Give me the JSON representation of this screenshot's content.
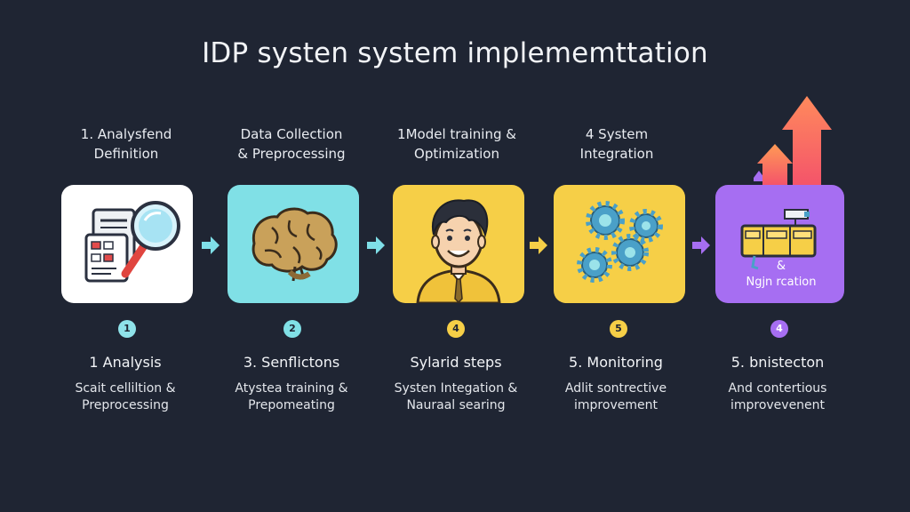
{
  "title": "IDP systen system implememttation",
  "steps": [
    {
      "label_line1": "1. Analysfend",
      "label_line2": "Definition",
      "card_color": "#ffffff",
      "icon": "document-magnifier-icon",
      "badge": "1",
      "badge_color": "#8fe3ea",
      "sub_title": "1 Analysis",
      "sub_desc_line1": "Scait celliltion &",
      "sub_desc_line2": "Preprocessing"
    },
    {
      "label_line1": "Data Collection",
      "label_line2": "& Preprocessing",
      "card_color": "#80e0e6",
      "icon": "brain-icon",
      "badge": "2",
      "badge_color": "#80e0e6",
      "sub_title": "3. Senflictons",
      "sub_desc_line1": "Atystea training &",
      "sub_desc_line2": "Prepomeating"
    },
    {
      "label_line1": "1Model training &",
      "label_line2": "Optimization",
      "card_color": "#f6cf47",
      "icon": "person-icon",
      "badge": "4",
      "badge_color": "#f6cf47",
      "sub_title": "Sylarid steps",
      "sub_desc_line1": "Systen Integation &",
      "sub_desc_line2": "Nauraal searing"
    },
    {
      "label_line1": "4 System",
      "label_line2": "Integration",
      "card_color": "#f6cf47",
      "icon": "gears-icon",
      "badge": "5",
      "badge_color": "#f6cf47",
      "sub_title": "5. Monitoring",
      "sub_desc_line1": "Adlit sontrective",
      "sub_desc_line2": "improvement"
    },
    {
      "label_line1": "",
      "label_line2": "",
      "card_color": "#a66ef2",
      "icon": "machine-icon",
      "badge": "4",
      "badge_color": "#a66ef2",
      "sub_title": "5. bnistecton",
      "sub_desc_line1": "And contertious",
      "sub_desc_line2": "improvevenent",
      "card_text_line1": "&",
      "card_text_line2": "Ngjn rcation"
    }
  ],
  "connector_colors": [
    "#7fdfe8",
    "#7fdfe8",
    "#f6cf47",
    "#a66ef2"
  ],
  "arrow_colors": [
    "#f4546a",
    "#ff8a5c",
    "#a66ef2"
  ]
}
